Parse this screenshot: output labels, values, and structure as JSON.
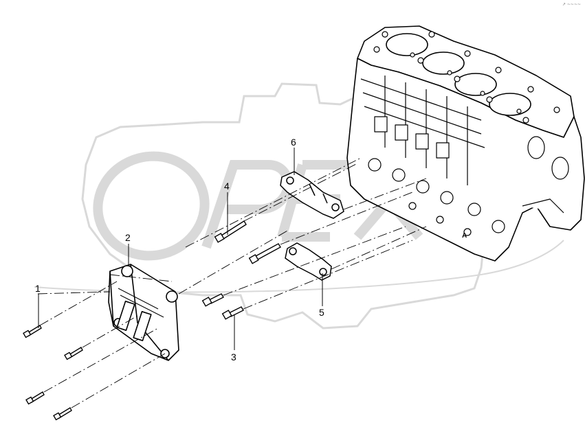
{
  "watermark": {
    "text": "OPEX",
    "color": "#d9d9d9"
  },
  "corner_mark": "↗ ~~~~",
  "callouts": [
    "1",
    "2",
    "3",
    "4",
    "5",
    "6"
  ],
  "engine_block_label": "A",
  "colors": {
    "line": "#000000",
    "fill": "#ffffff",
    "watermark": "#d9d9d9"
  }
}
